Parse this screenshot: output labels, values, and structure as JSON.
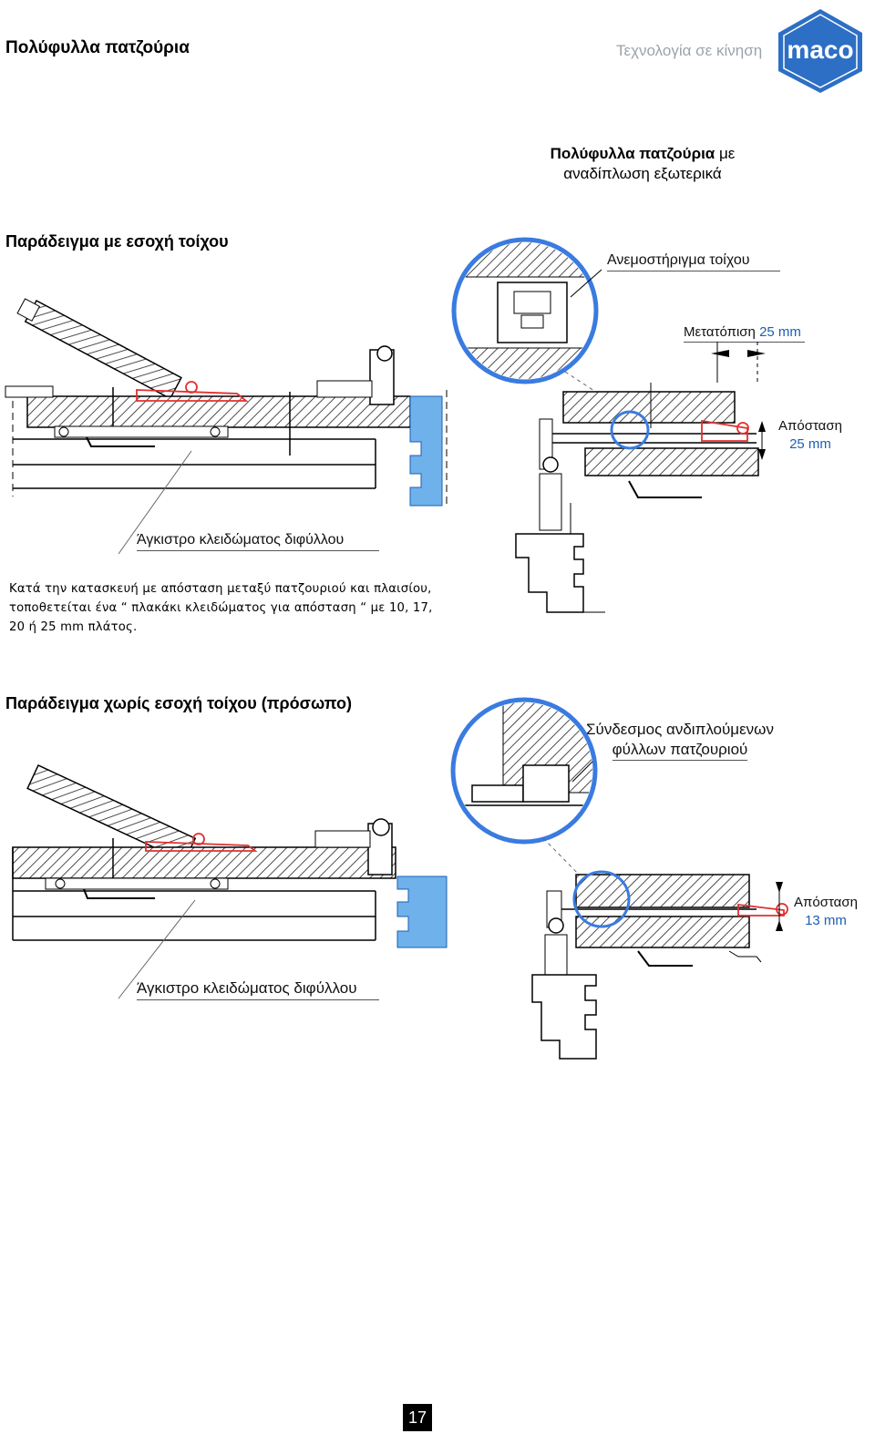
{
  "header": {
    "title": "Πολύφυλλα πατζούρια",
    "tagline": "Τεχνολογία σε κίνηση",
    "logo_text": "maco"
  },
  "subtitle": {
    "bold": "Πολύφυλλα πατζούρια",
    "rest": " με",
    "line2": "αναδίπλωση εξωτερικά"
  },
  "section1": {
    "heading": "Παράδειγμα με εσοχή τοίχου",
    "label_wind": "Ανεμοστήριγμα τοίχου",
    "label_offset_text": "Μετατόπιση",
    "label_offset_value": "25 mm",
    "label_distance_text": "Απόσταση",
    "label_distance_value": "25 mm",
    "label_hook": "Άγκιστρο κλειδώματος διφύλλου",
    "paragraph_line1": "Κατά την κατασκευή με απόσταση μεταξύ πατζουριού και πλαισίου,",
    "paragraph_line2": "τοποθετείται ένα “ πλακάκι κλειδώματος για απόσταση “ με 10, 17,",
    "paragraph_line3": "20 ή 25 mm πλάτος."
  },
  "section2": {
    "heading": "Παράδειγμα χωρίς εσοχή τοίχου (πρόσωπο)",
    "label_link_line1": "Σύνδεσμος ανδιπλούμενων",
    "label_link_line2": "φύλλων πατζουριού",
    "label_distance_text": "Απόσταση",
    "label_distance_value": "13 mm",
    "label_hook": "Άγκιστρο κλειδώματος διφύλλου"
  },
  "footer": {
    "page_number": "17"
  },
  "colors": {
    "accent_blue": "#1a5fb4",
    "logo_blue": "#2d6fc4",
    "highlight_red": "#e03030",
    "wall_blue": "#6fb1ea"
  }
}
